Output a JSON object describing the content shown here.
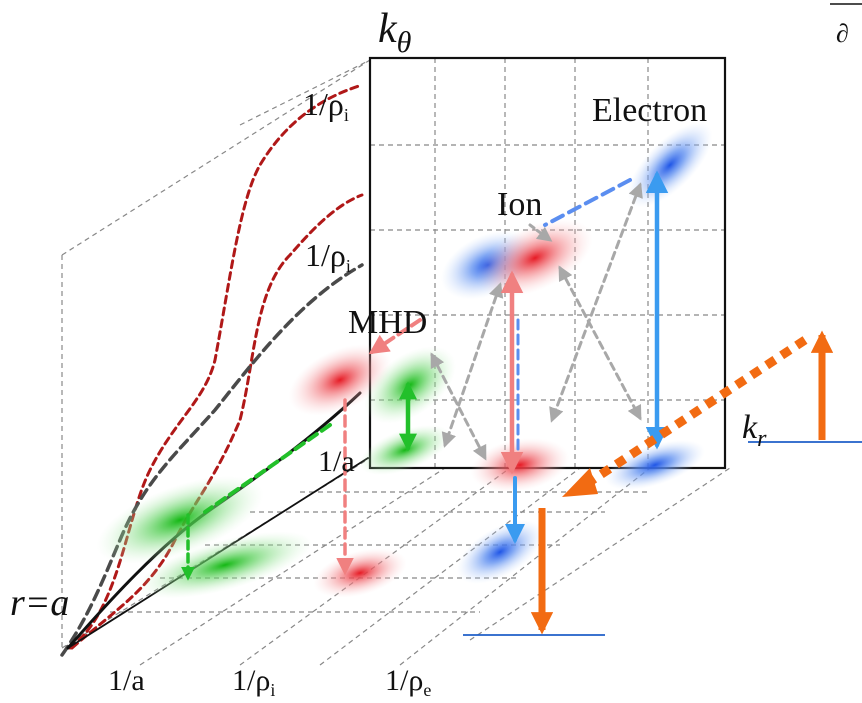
{
  "axes": {
    "k_theta": "k",
    "k_theta_sub": "θ",
    "k_r": "k",
    "k_r_sub": "r",
    "r_eq_a": "r=a",
    "partial": "∂"
  },
  "labels": {
    "electron": "Electron",
    "ion": "Ion",
    "mhd": "MHD"
  },
  "ticks": {
    "one_over_rho_i_top": "1/ρ",
    "one_over_rho_i_top_sub": "i",
    "one_over_rho_i_mid": "1/ρ",
    "one_over_rho_i_mid_sub": "i",
    "one_over_a_mid": "1/a",
    "bottom_1a": "1/a",
    "bottom_rho_i": "1/ρ",
    "bottom_rho_i_sub": "i",
    "bottom_rho_e": "1/ρ",
    "bottom_rho_e_sub": "e"
  },
  "colors": {
    "electron": "#1f6fe8",
    "ion": "#e8343a",
    "mhd": "#22b322",
    "profile_dark_red": "#b01818",
    "profile_gray": "#4a4a4a",
    "orange": "#f26b12",
    "grid": "#888888",
    "arrow_gray": "#a8a8a8",
    "arrow_pink": "#f08080",
    "arrow_blue": "#3a9bf0",
    "arrow_green": "#22c02a",
    "baseline_blue": "#1f5fc8"
  }
}
